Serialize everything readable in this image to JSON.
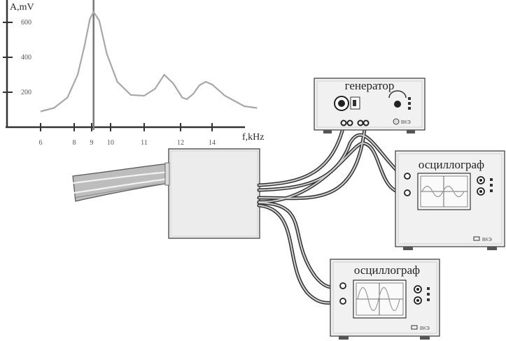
{
  "chart_data": {
    "type": "line",
    "ylabel": "A,mV",
    "xlabel": "f,kHz",
    "y_ticks": [
      "600",
      "400",
      "200"
    ],
    "x_ticks": [
      "6",
      "8",
      "9",
      "10",
      "11",
      "12",
      "14"
    ],
    "series": [
      {
        "x": [
          6,
          6.8,
          7.6,
          8.2,
          8.6,
          8.9,
          9.1,
          9.4,
          9.8,
          10.2,
          10.6,
          11.0,
          11.3,
          11.55,
          11.8,
          12.1,
          12.4,
          12.8,
          13.2,
          13.6,
          14.0,
          14.4,
          15.0,
          15.4
        ],
        "y": [
          90,
          110,
          170,
          300,
          470,
          620,
          660,
          610,
          420,
          260,
          185,
          180,
          220,
          300,
          250,
          170,
          160,
          190,
          240,
          260,
          245,
          180,
          120,
          110
        ]
      }
    ],
    "marker_x": 9.1,
    "grid": false
  },
  "devices": {
    "generator": {
      "title": "генератор",
      "brand": "ВКЭ"
    },
    "osc_top": {
      "title": "осциллограф",
      "brand": "ВКЭ"
    },
    "osc_bottom": {
      "title": "осциллограф",
      "brand": "ВКЭ"
    }
  }
}
